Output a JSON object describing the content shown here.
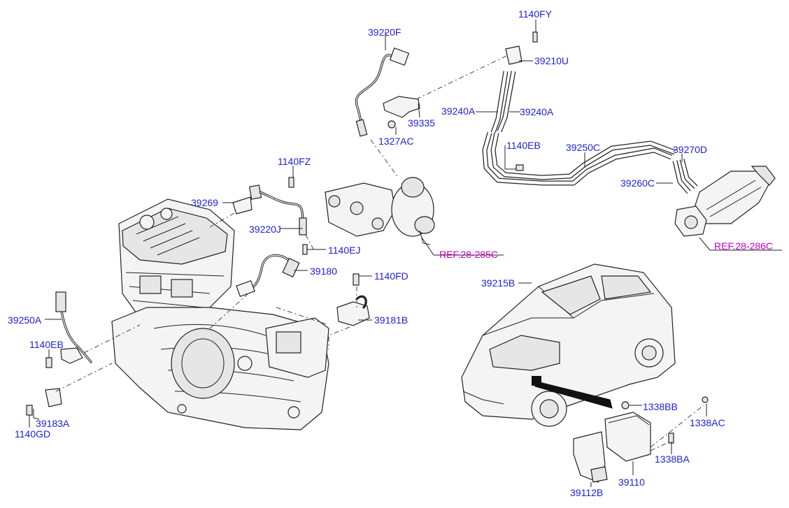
{
  "diagram": {
    "colors": {
      "part_label": "#1f1fd6",
      "reference_label": "#c400c4",
      "line": "#222222"
    },
    "labels": {
      "p39220F": "39220F",
      "p1140FY": "1140FY",
      "p39210U": "39210U",
      "p39240A_left": "39240A",
      "p39240A_right": "39240A",
      "p39335": "39335",
      "p1327AC": "1327AC",
      "p1140EB_top": "1140EB",
      "p39250C": "39250C",
      "p39270D": "39270D",
      "p39260C": "39260C",
      "p1140FZ": "1140FZ",
      "p39269": "39269",
      "p39220J": "39220J",
      "p1140EJ": "1140EJ",
      "p39180": "39180",
      "p1140FD": "1140FD",
      "p39181B": "39181B",
      "p39250A": "39250A",
      "p1140EB_left": "1140EB",
      "p39183A": "39183A",
      "p1140GD": "1140GD",
      "p39215B": "39215B",
      "p1338BB": "1338BB",
      "p1338AC": "1338AC",
      "p1338BA": "1338BA",
      "p39110": "39110",
      "p39112B": "39112B"
    },
    "references": {
      "ref_285C": "REF.28-285C",
      "ref_286C": "REF.28-286C"
    }
  }
}
